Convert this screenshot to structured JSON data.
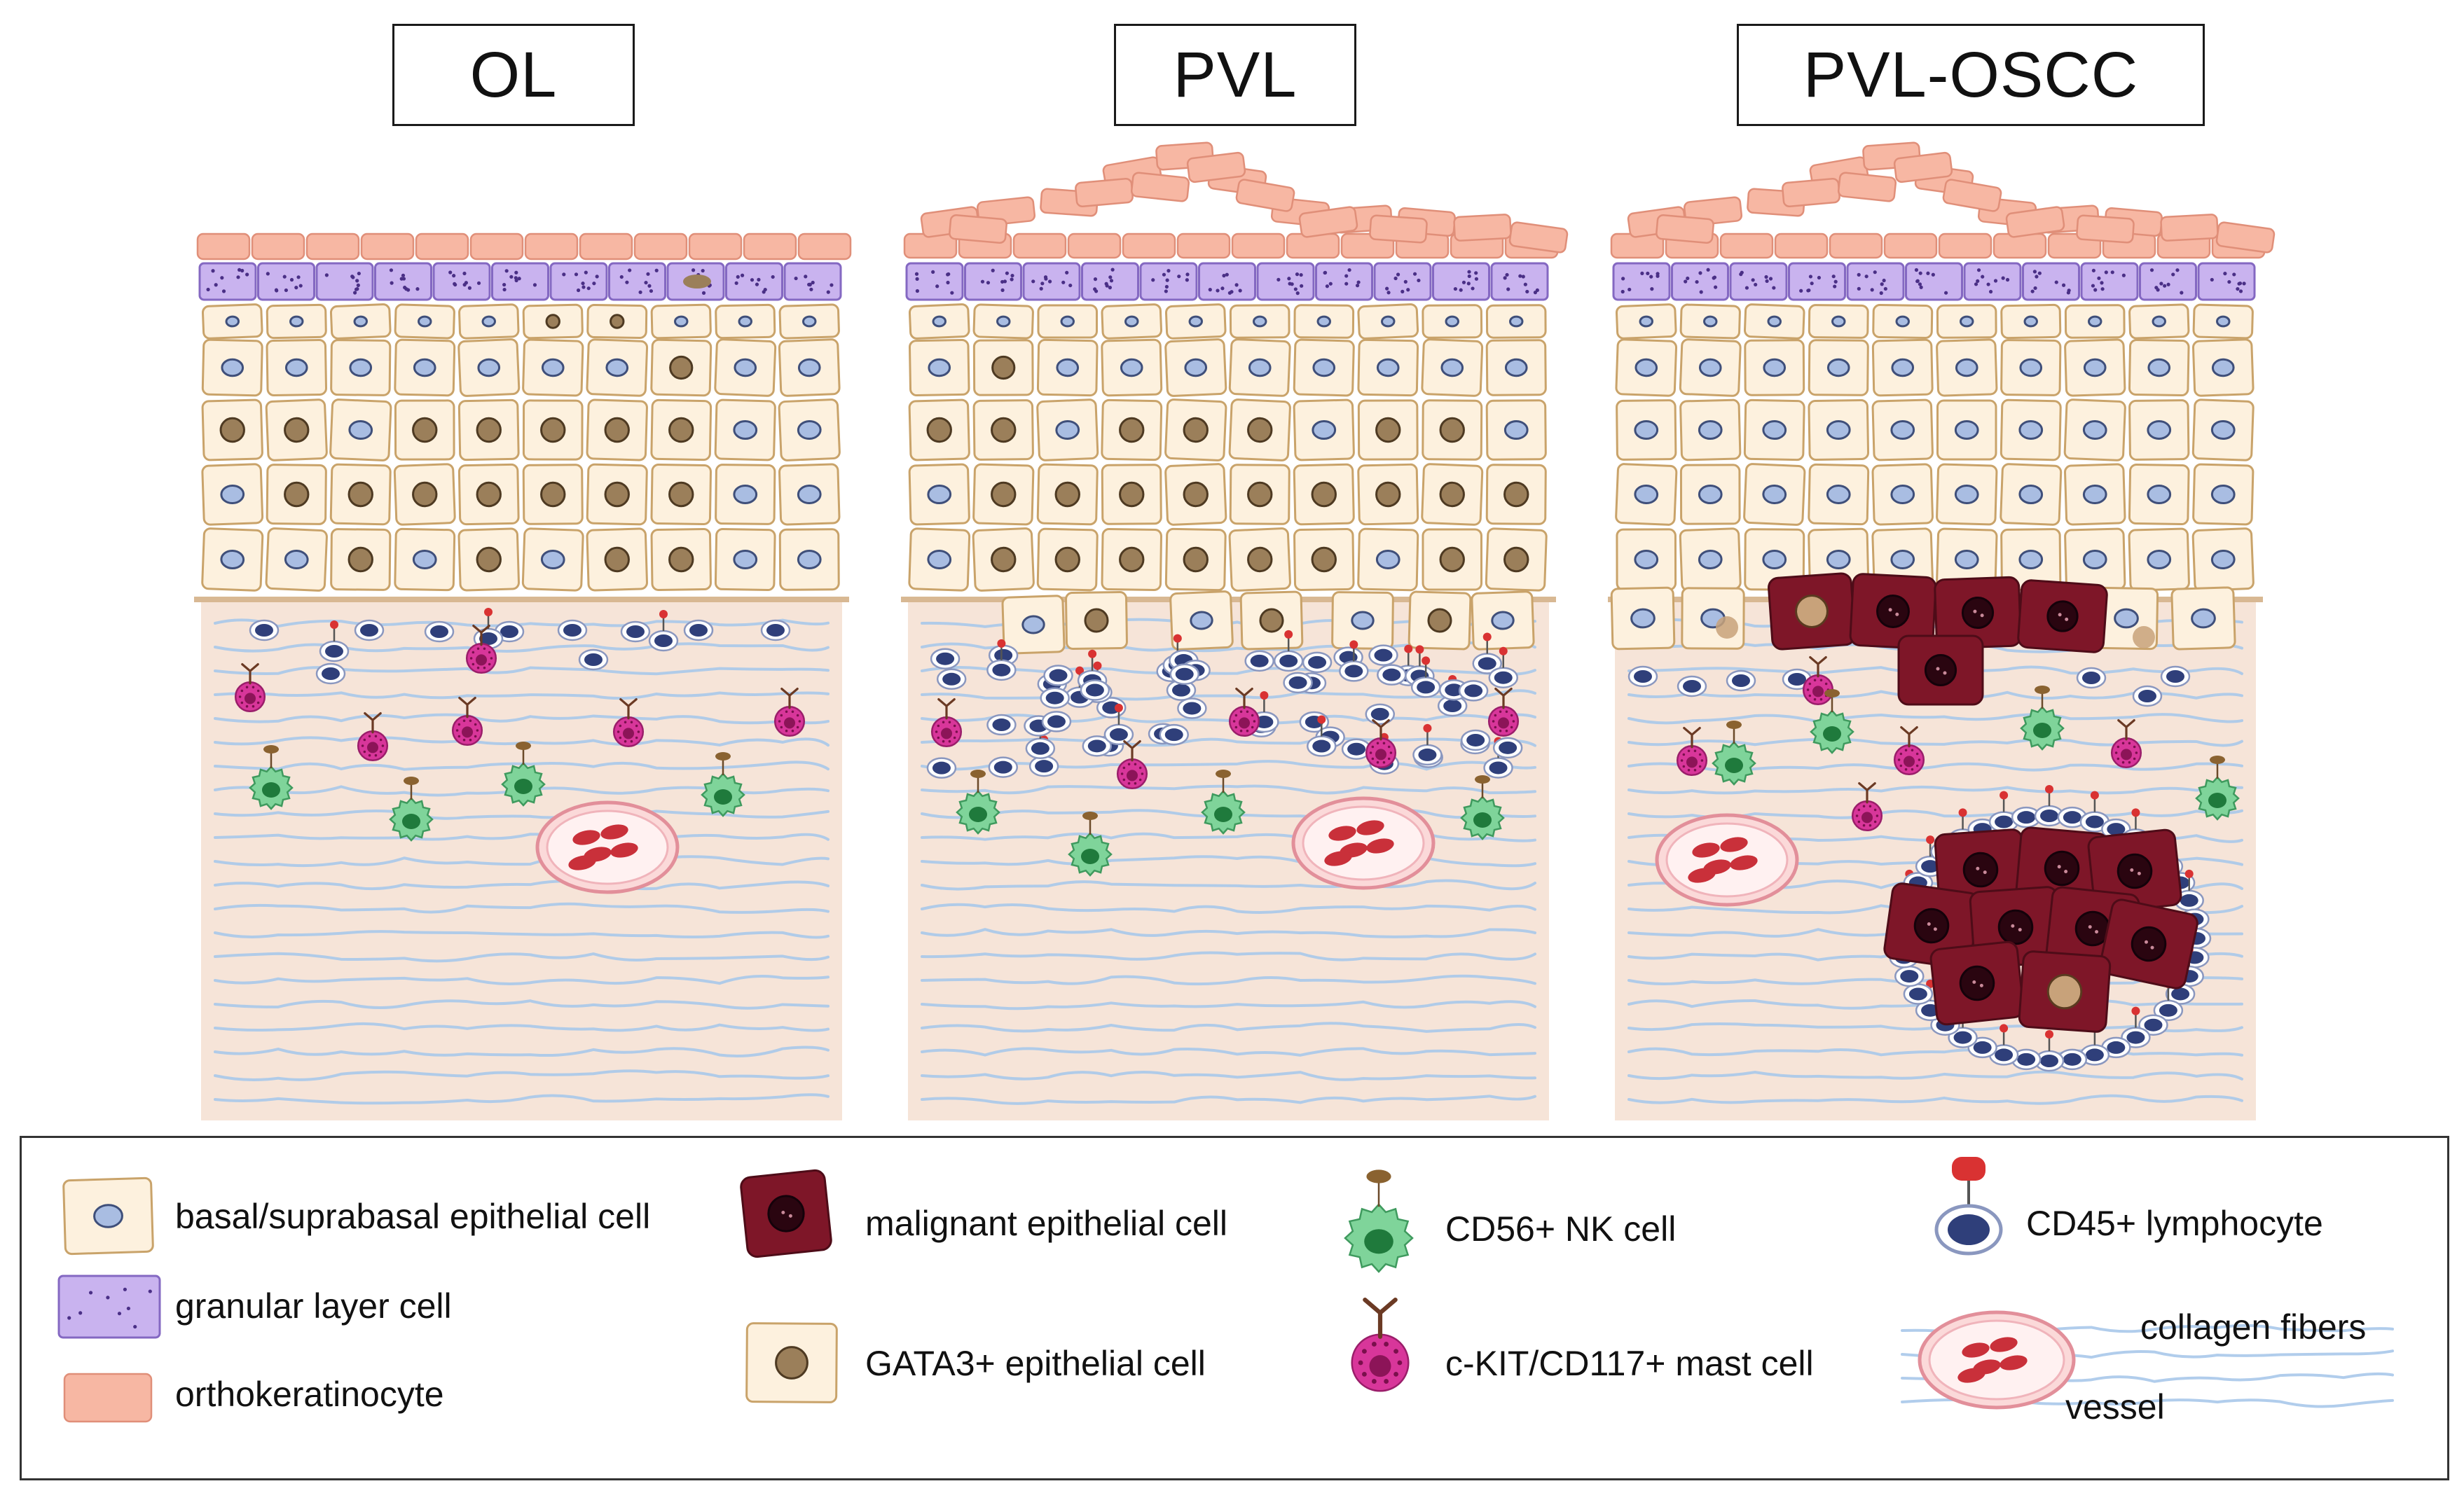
{
  "panels": [
    {
      "id": "ol",
      "title": "OL"
    },
    {
      "id": "pvl",
      "title": "PVL"
    },
    {
      "id": "pvl-oscc",
      "title": "PVL-OSCC"
    }
  ],
  "legend": {
    "basal_cell": "basal/suprabasal epithelial cell",
    "granular_cell": "granular layer cell",
    "orthokeratinocyte": "orthokeratinocyte",
    "malignant_cell": "malignant epithelial cell",
    "gata3_cell": "GATA3+ epithelial cell",
    "nk_cell": "CD56+ NK cell",
    "mast_cell": "c-KIT/CD117+ mast cell",
    "lymphocyte": "CD45+ lymphocyte",
    "collagen": "collagen fibers",
    "vessel": "vessel"
  },
  "colors": {
    "stroma": "#f6e4d8",
    "keratin": "#f7b7a3",
    "granular": "#c9b3ef",
    "epithelial_cell": "#fdf1de",
    "epithelial_nucleus": "#a9bde2",
    "gata3_nucleus": "#9b7f5a",
    "malignant": "#7e1628",
    "nk_cell": "#7fd49a",
    "mast_cell": "#d8369a",
    "lymphocyte": "#2f3f7a",
    "collagen": "#a9c8ea",
    "vessel_rbc": "#c9303a"
  }
}
